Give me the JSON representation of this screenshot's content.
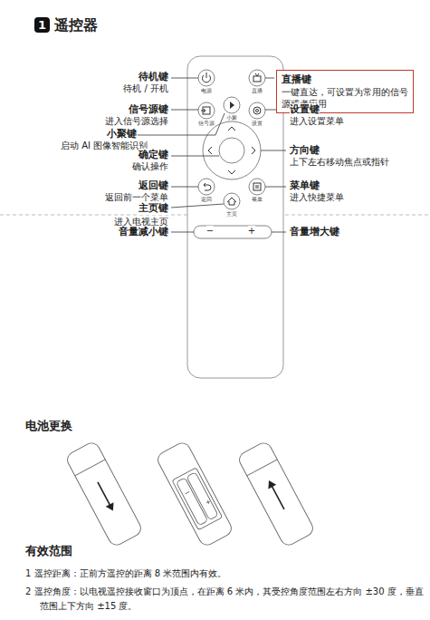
{
  "diagram": {
    "title": "遥控器",
    "nodes": [
      {
        "text": [
          "1"
        ]
      },
      {
        "text": [
          "直播键",
          "一键直达，可设置为常用的信号源或者应用"
        ]
      }
    ],
    "labels": [
      "待机键",
      "待机 / 开机",
      "信号源键",
      "进入信号源选择",
      "小聚键",
      "启动 AI 图像智能识别",
      "确定键",
      "确认操作",
      "返回键",
      "返回前一个菜单",
      "主页键",
      "进入电视主页",
      "音量减小键",
      "设置键",
      "进入设置菜单",
      "方向键",
      "上下左右移动焦点或指针",
      "菜单键",
      "进入快捷菜单",
      "音量增大键",
      "电源",
      "直播",
      "信号源",
      "小聚",
      "设置",
      "返回",
      "主页",
      "菜单",
      "−",
      "+",
      "电池更换",
      "有效范围",
      "1 遥控距离：正前方遥控的距离 8 米范围内有效。",
      "2 遥控角度：以电视遥控接收窗口为顶点，在距离 6 米内，其受控角度范围左右方向 ±30 度，垂直范围上下方向 ±15 度。"
    ]
  }
}
